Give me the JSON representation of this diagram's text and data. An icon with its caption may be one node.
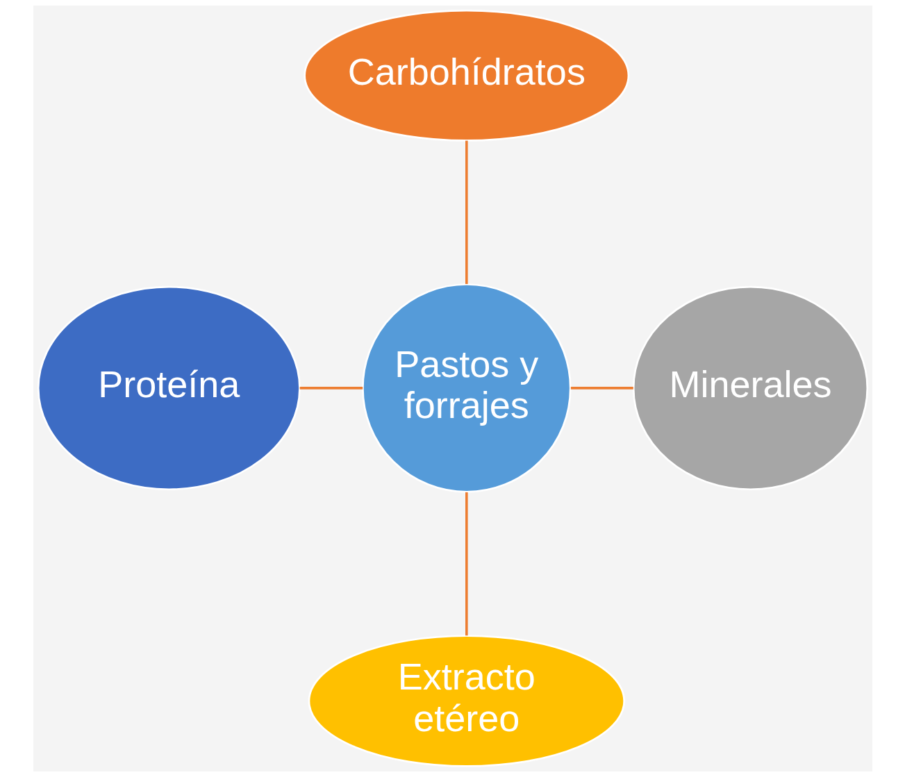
{
  "diagram": {
    "nodes": [
      {
        "text": [
          "Carbohídratos"
        ]
      },
      {
        "text": [
          "Proteína"
        ]
      },
      {
        "text": [
          "Pastos y forrajes"
        ]
      },
      {
        "text": [
          "Minerales"
        ]
      },
      {
        "text": [
          "Extracto etéreo"
        ]
      }
    ],
    "edges": [
      {
        "from": 0,
        "to": 2,
        "arrow": "none"
      },
      {
        "from": 1,
        "to": 2,
        "arrow": "none"
      },
      {
        "from": 2,
        "to": 3,
        "arrow": "none"
      },
      {
        "from": 2,
        "to": 4,
        "arrow": "none"
      }
    ]
  }
}
